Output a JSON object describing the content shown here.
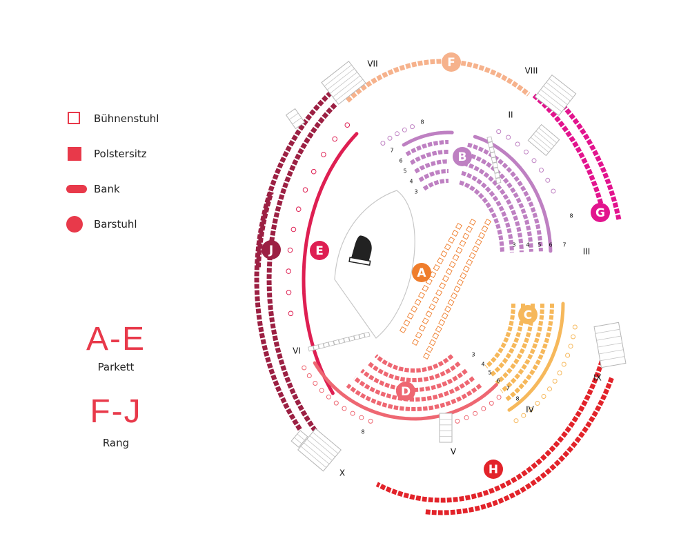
{
  "legend": {
    "items": [
      {
        "label": "Bühnenstuhl",
        "symbol": "open-square"
      },
      {
        "label": "Polstersitz",
        "symbol": "filled-square"
      },
      {
        "label": "Bank",
        "symbol": "pill"
      },
      {
        "label": "Barstuhl",
        "symbol": "filled-circle"
      }
    ],
    "accent_color": "#e8394a"
  },
  "groups": {
    "parkett": {
      "code": "A-E",
      "name": "Parkett"
    },
    "rang": {
      "code": "F-J",
      "name": "Rang"
    }
  },
  "sections": {
    "A": {
      "letter": "A",
      "color": "#ef7d2c"
    },
    "B": {
      "letter": "B",
      "color": "#be80c2"
    },
    "C": {
      "letter": "C",
      "color": "#f6b85b"
    },
    "D": {
      "letter": "D",
      "color": "#ee6772"
    },
    "E": {
      "letter": "E",
      "color": "#de1f52"
    },
    "F": {
      "letter": "F",
      "color": "#f6b28c"
    },
    "G": {
      "letter": "G",
      "color": "#e2148e"
    },
    "H": {
      "letter": "H",
      "color": "#e2232a"
    },
    "J": {
      "letter": "J",
      "color": "#9c2043"
    }
  },
  "entrances": [
    "II",
    "III",
    "IV",
    "V",
    "VI",
    "VII",
    "VIII",
    "IX",
    "X"
  ],
  "row_labels": {
    "B_left": [
      "8",
      "7",
      "6",
      "5",
      "4",
      "3"
    ],
    "B_right": [
      "3",
      "4",
      "5",
      "6",
      "7",
      "8"
    ],
    "C": [
      "3",
      "4",
      "5",
      "6",
      "7",
      "8"
    ],
    "D": [
      "8"
    ]
  }
}
